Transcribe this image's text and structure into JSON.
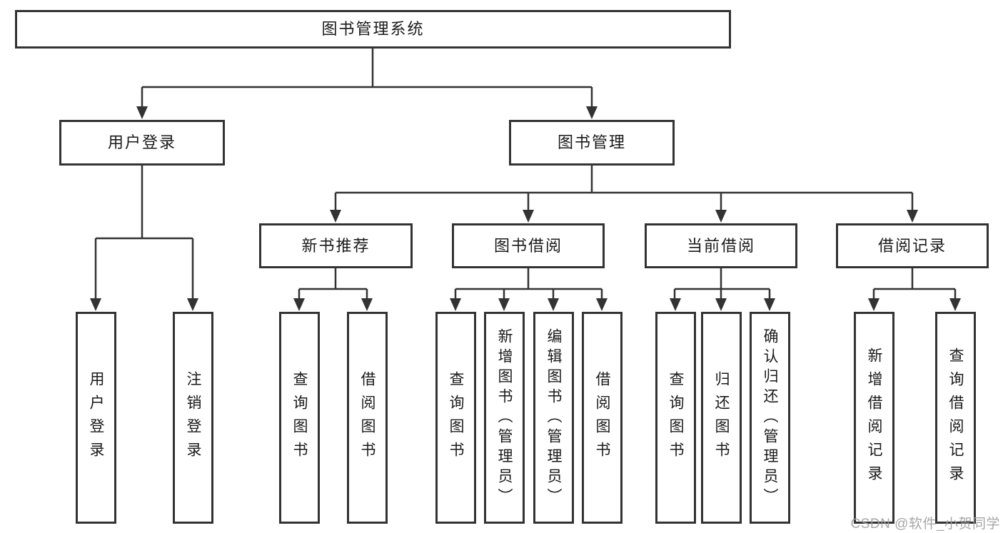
{
  "tree": {
    "root": "图书管理系统",
    "children": [
      {
        "label": "用户登录",
        "children": [
          "用户登录",
          "注销登录"
        ]
      },
      {
        "label": "图书管理",
        "children": [
          {
            "label": "新书推荐",
            "children": [
              "查询图书",
              "借阅图书"
            ]
          },
          {
            "label": "图书借阅",
            "children": [
              "查询图书",
              "新增图书（管理员）",
              "编辑图书（管理员）",
              "借阅图书"
            ]
          },
          {
            "label": "当前借阅",
            "children": [
              "查询图书",
              "归还图书",
              "确认归还（管理员）"
            ]
          },
          {
            "label": "借阅记录",
            "children": [
              "新增借阅记录",
              "查询借阅记录"
            ]
          }
        ]
      }
    ]
  },
  "watermark": {
    "text": "CSDN @软件_小贺同学"
  },
  "colors": {
    "line": "#333333",
    "text": "#1a1a1a",
    "box_background": "#ffffff",
    "page_background": "#ffffff",
    "watermark": "#9e9e9e"
  }
}
